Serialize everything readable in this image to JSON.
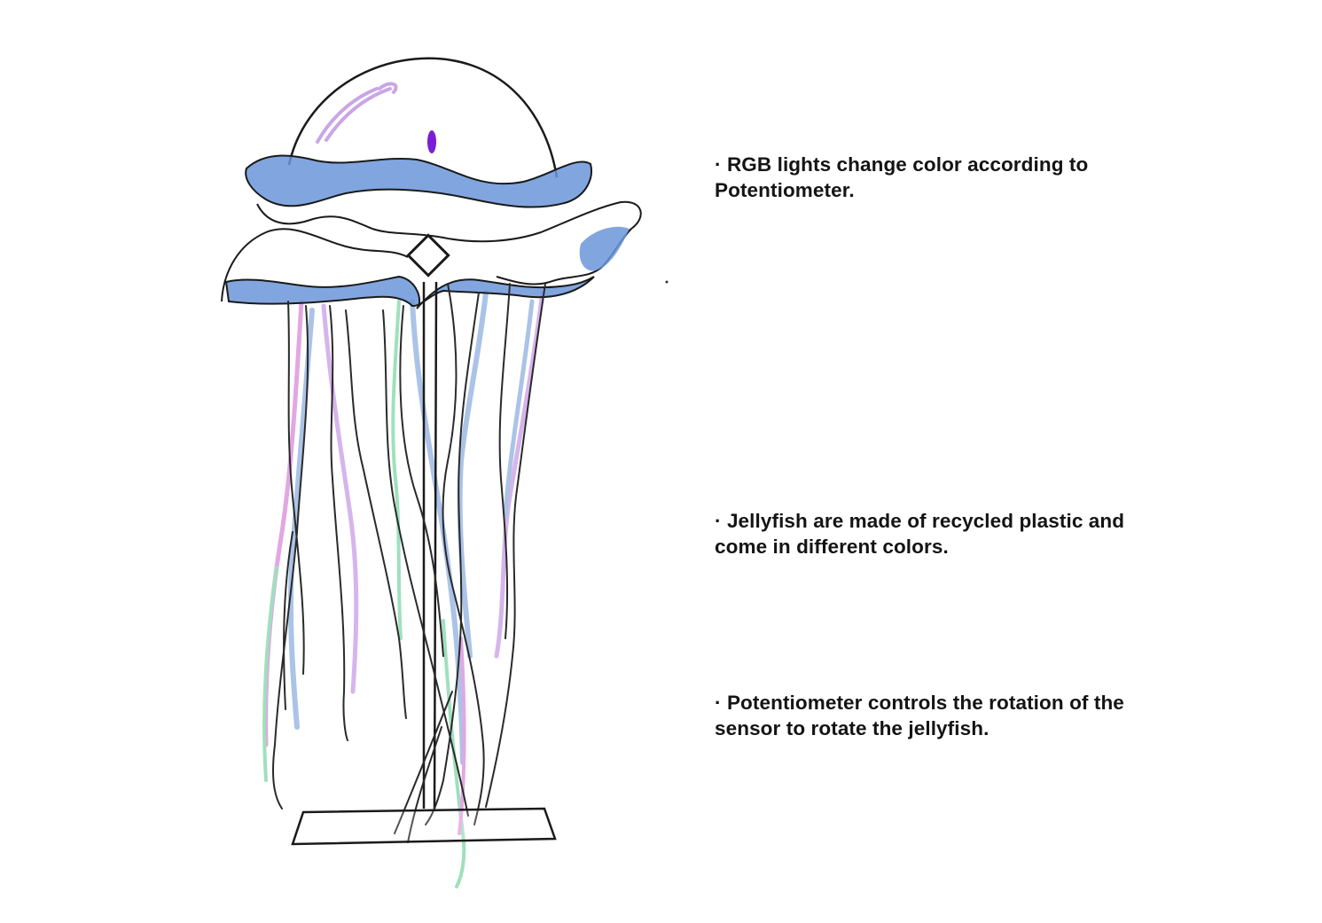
{
  "notes": [
    {
      "text": "· RGB lights change color according to Potentiometer."
    },
    {
      "text": "· Jellyfish are made of recycled plastic and come in different colors."
    },
    {
      "text": "· Potentiometer controls the rotation of the sensor to rotate the jellyfish."
    }
  ],
  "illustration": {
    "subject": "jellyfish-lamp-sketch",
    "colors": {
      "bell_fill": "#6b97d9",
      "bell_fill_light": "#9dbbe6",
      "outline": "#1a1a1a",
      "highlight": "#c9a6e6",
      "rgb_light": "#7a1fd6",
      "tentacle_pink": "#d98ad9",
      "tentacle_green": "#7fd6a8",
      "tentacle_blue": "#8fb0e0"
    }
  }
}
